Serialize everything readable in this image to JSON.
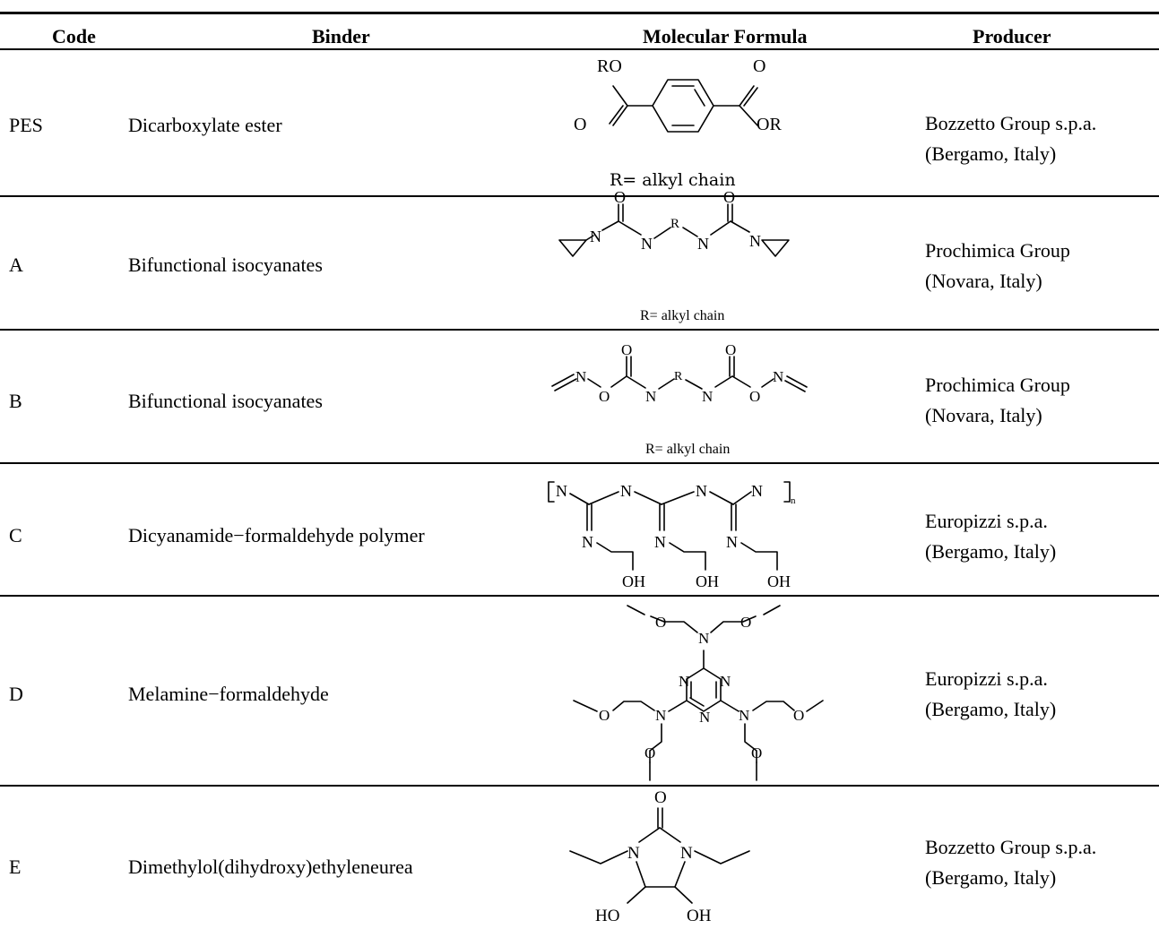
{
  "headers": {
    "code": "Code",
    "binder": "Binder",
    "formula": "Molecular Formula",
    "producer": "Producer"
  },
  "rows": [
    {
      "code": "PES",
      "binder": "Dicarboxylate ester",
      "producer_line1": "Bozzetto Group s.p.a.",
      "producer_line2": "(Bergamo, Italy)",
      "formula_labels": {
        "ro": "RO",
        "o_top": "O",
        "o_bottom": "O",
        "or": "OR"
      },
      "formula_note": "R= alkyl chain"
    },
    {
      "code": "A",
      "binder": "Bifunctional isocyanates",
      "producer_line1": "Prochimica Group",
      "producer_line2": "(Novara, Italy)",
      "formula_labels": {
        "o1": "O",
        "o2": "O",
        "n1": "N",
        "n2": "N",
        "n3": "N",
        "n4": "N",
        "r": "R"
      },
      "formula_note": "R= alkyl chain"
    },
    {
      "code": "B",
      "binder": "Bifunctional isocyanates",
      "producer_line1": "Prochimica Group",
      "producer_line2": "(Novara, Italy)",
      "formula_labels": {
        "o1": "O",
        "o2": "O",
        "o3": "O",
        "o4": "O",
        "n1": "N",
        "n2": "N",
        "n3": "N",
        "n4": "N",
        "r": "R"
      },
      "formula_note": "R= alkyl chain"
    },
    {
      "code": "C",
      "binder": "Dicyanamide−formaldehyde polymer",
      "producer_line1": "Europizzi s.p.a.",
      "producer_line2": "(Bergamo, Italy)",
      "formula_labels": {
        "n1": "N",
        "n2": "N",
        "n3": "N",
        "n4": "N",
        "n5": "N",
        "n6": "N",
        "n7": "N",
        "oh1": "OH",
        "oh2": "OH",
        "oh3": "OH",
        "sub": "n"
      }
    },
    {
      "code": "D",
      "binder": "Melamine−formaldehyde",
      "producer_line1": "Europizzi s.p.a.",
      "producer_line2": "(Bergamo, Italy)",
      "formula_labels": {
        "o1": "O",
        "o2": "O",
        "o3": "O",
        "o4": "O",
        "o5": "O",
        "o6": "O",
        "n_top": "N",
        "n_left": "N",
        "n_right": "N",
        "ring_n1": "N",
        "ring_n2": "N",
        "ring_n3": "N"
      }
    },
    {
      "code": "E",
      "binder": "Dimethylol(dihydroxy)ethyleneurea",
      "producer_line1": "Bozzetto Group s.p.a.",
      "producer_line2": "(Bergamo, Italy)",
      "formula_labels": {
        "o": "O",
        "n1": "N",
        "n2": "N",
        "ho": "HO",
        "oh": "OH"
      }
    }
  ]
}
